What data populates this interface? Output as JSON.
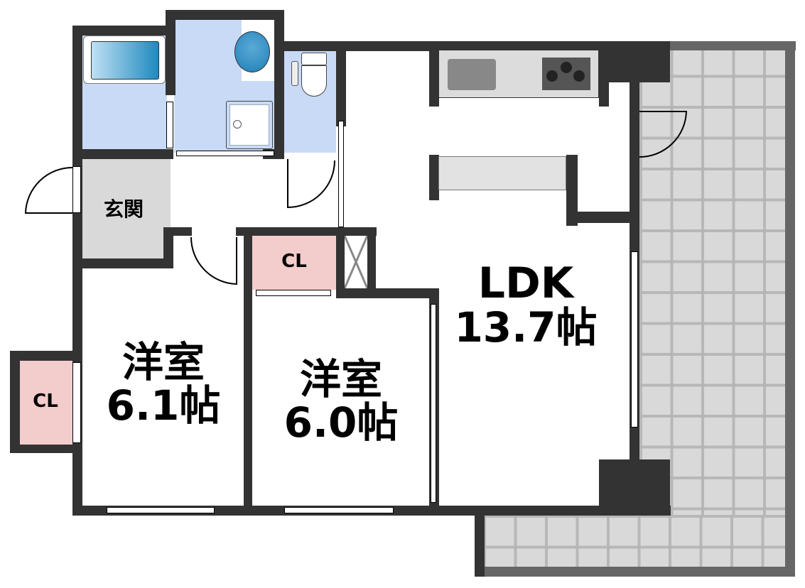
{
  "floorplan": {
    "rooms": {
      "ldk": {
        "name": "LDK",
        "size": "13.7帖"
      },
      "western_room_1": {
        "name": "洋室",
        "size": "6.1帖"
      },
      "western_room_2": {
        "name": "洋室",
        "size": "6.0帖"
      },
      "entrance": {
        "name": "玄関"
      },
      "closet_1": {
        "name": "CL"
      },
      "closet_2": {
        "name": "CL"
      }
    },
    "fixtures": [
      "bathtub",
      "washbasin",
      "washing-machine-pan",
      "toilet",
      "kitchen-counter",
      "sink",
      "stove",
      "pipe-space"
    ],
    "colors": {
      "wall": "#333333",
      "balcony_wall": "#666666",
      "wet_area": "#c9daf6",
      "entrance": "#d9d9d9",
      "closet": "#f3cccc",
      "balcony": "#d9d9d9"
    }
  }
}
